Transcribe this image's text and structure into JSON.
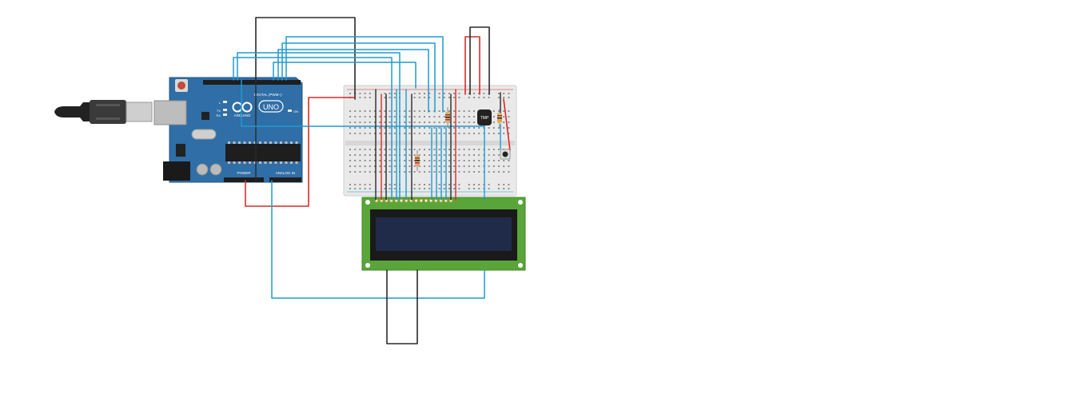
{
  "arduino": {
    "brand_label": "ARDUINO",
    "model_label": "UNO",
    "digital_label": "DIGITAL (PWM~)",
    "power_label": "POWER",
    "analog_label": "ANALOG IN",
    "on_label": "ON",
    "tx_label": "TX",
    "rx_label": "RX",
    "l_label": "L"
  },
  "sensor": {
    "label": "TMP"
  },
  "colors": {
    "arduino_board": "#2f6ea6",
    "breadboard": "#e9e9e9",
    "lcd_pcb": "#5aa53a",
    "lcd_screen": "#1f2b49",
    "wire_black": "#2a2a2a",
    "wire_red": "#d62b2b",
    "wire_blue": "#1f9bd0"
  },
  "icons": [
    "usb-cable-icon",
    "power-jack-icon",
    "reset-button-icon",
    "pushbutton-icon",
    "resistor-icon",
    "temperature-sensor-icon"
  ]
}
